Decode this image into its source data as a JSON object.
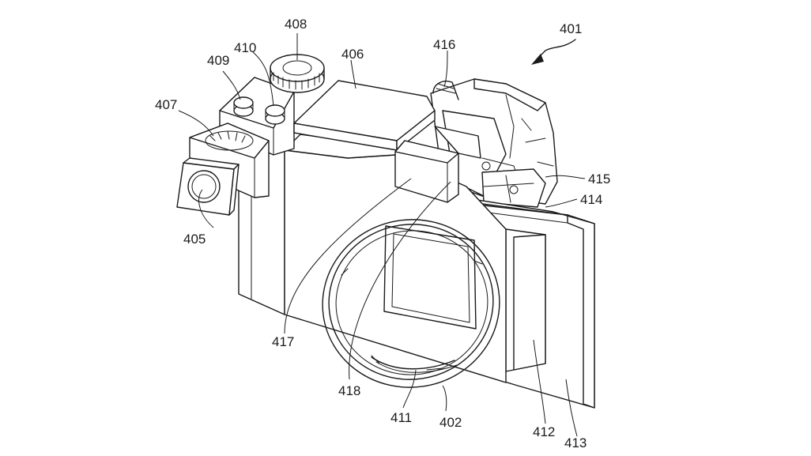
{
  "figure": {
    "labels": {
      "l401": "401",
      "l402": "402",
      "l405": "405",
      "l406": "406",
      "l407": "407",
      "l408": "408",
      "l409": "409",
      "l410": "410",
      "l411": "411",
      "l412": "412",
      "l413": "413",
      "l414": "414",
      "l415": "415",
      "l416": "416",
      "l417": "417",
      "l418": "418"
    }
  }
}
